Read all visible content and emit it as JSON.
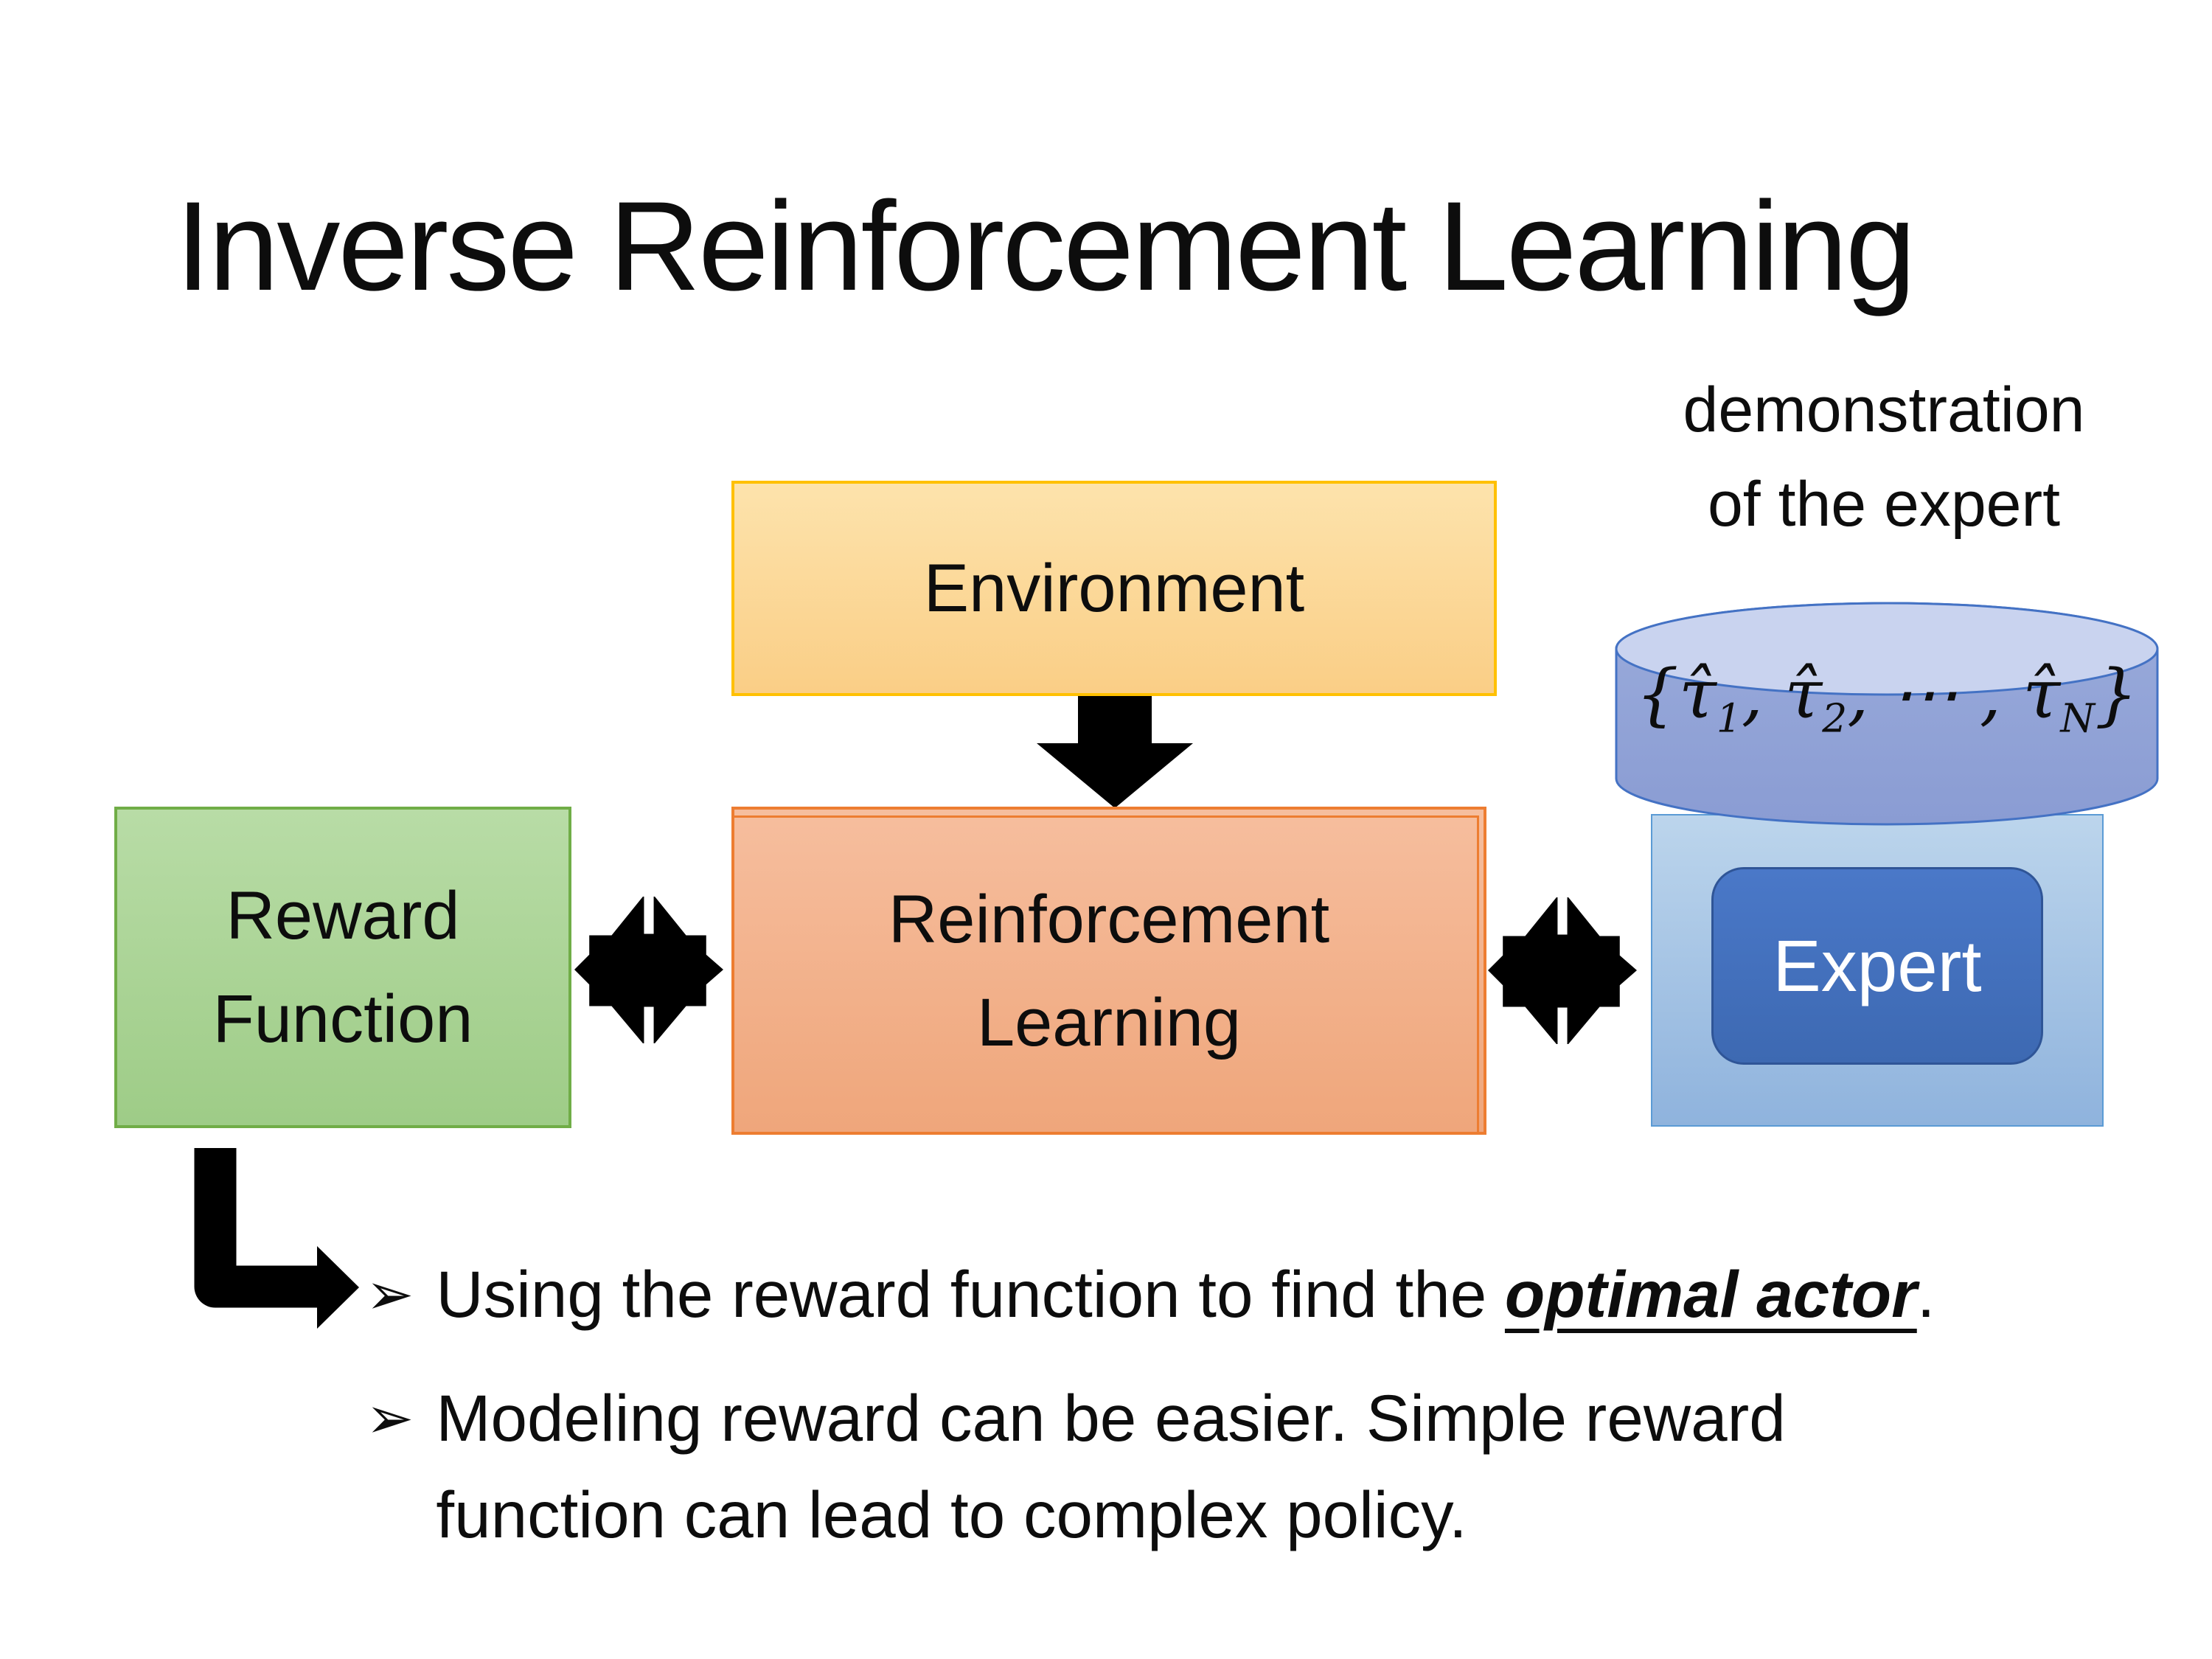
{
  "title": "Inverse Reinforcement Learning",
  "demo_caption": {
    "line1": "demonstration",
    "line2": "of the expert"
  },
  "diagram": {
    "environment_label": "Environment",
    "reward_label_line1": "Reward",
    "reward_label_line2": "Function",
    "rl_label_line1": "Reinforcement",
    "rl_label_line2": "Learning",
    "expert_label": "Expert",
    "trajectories": {
      "open": "{",
      "tau1": "τ̂",
      "sub1": "1",
      "sep1": ", ",
      "tau2": "τ̂",
      "sub2": "2",
      "sep2": ", ⋯ , ",
      "tauN": "τ̂",
      "subN": "N",
      "close": "}"
    }
  },
  "bullets": {
    "marker": "➢",
    "item1": {
      "pre": "Using the reward function to find the ",
      "emphasis": "optimal actor",
      "post": "."
    },
    "item2": {
      "line1": "Modeling reward can be easier. Simple reward",
      "line2": "function can lead to complex policy."
    }
  },
  "colors": {
    "env-border": "#FFC000",
    "green-border": "#70AD47",
    "rl-border": "#ED7D31",
    "cyl-border": "#4472C4",
    "cyl-top": "#C9D3EF",
    "cyl-body-light": "#9AABDB",
    "cyl-body-dark": "#8A9CD3",
    "panel-border": "#5B9BD5",
    "expert-border": "#2F5597",
    "arrow-black": "#000000"
  }
}
